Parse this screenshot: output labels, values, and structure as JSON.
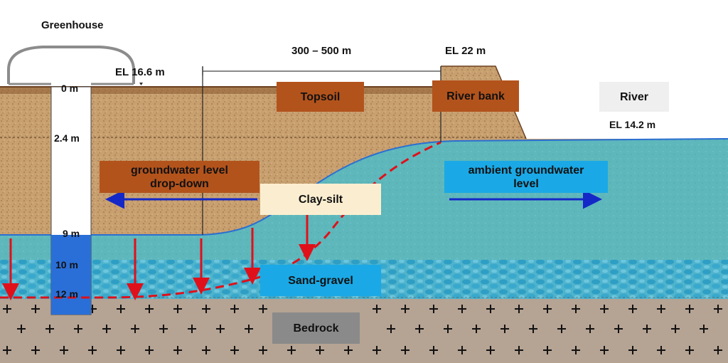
{
  "labels": {
    "greenhouse": "Greenhouse",
    "distance": "300 – 500 m",
    "el_bank": "EL 22 m",
    "el_greenhouse": "EL 16.6 m",
    "el_river": "EL 14.2 m",
    "river": "River"
  },
  "layers": {
    "topsoil": "Topsoil",
    "river_bank": "River bank",
    "clay_silt": "Clay-silt",
    "sand_gravel": "Sand-gravel",
    "bedrock": "Bedrock"
  },
  "annotations": {
    "drop_down_line1": "groundwater level",
    "drop_down_line2": "drop-down",
    "ambient_line1": "ambient groundwater",
    "ambient_line2": "level"
  },
  "depths": [
    "0 m",
    "2.4 m",
    "9 m",
    "10 m",
    "12 m"
  ],
  "colors": {
    "topsoil": "#c49a6c",
    "groundwater": "#5fb8bc",
    "sand_gravel": "#3aa9c9",
    "bedrock": "#b3a191",
    "label_brown": "#b3531c",
    "label_blue": "#1aa9e6",
    "label_clay": "#fbeed0",
    "label_gray": "#888888",
    "label_river": "#eeeeee",
    "arrow_blue": "#1428c8",
    "arrow_red": "#e0101a"
  }
}
